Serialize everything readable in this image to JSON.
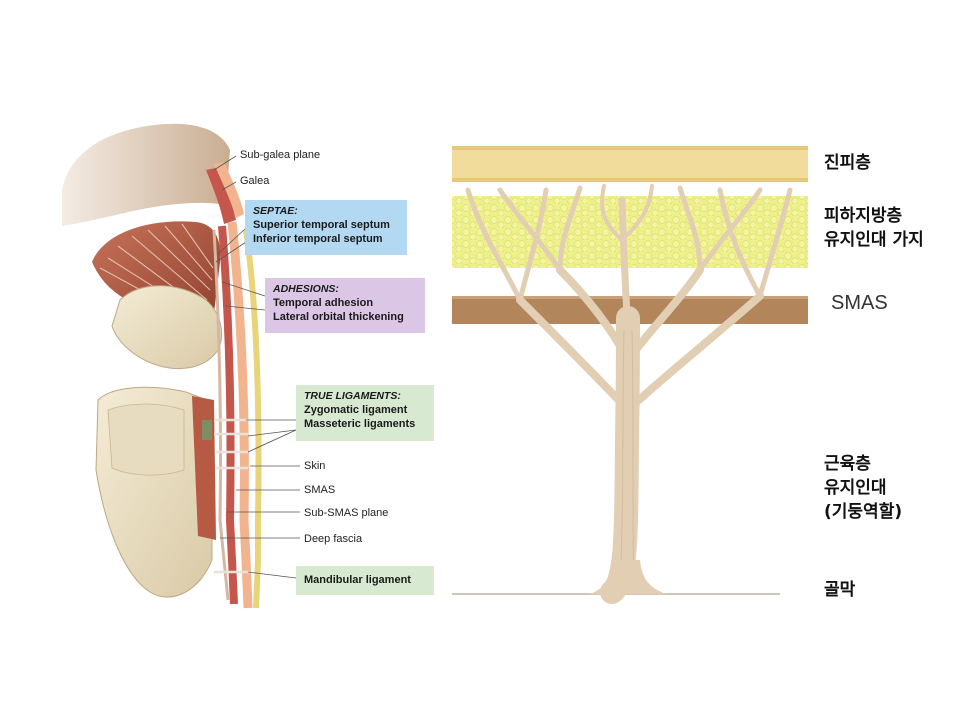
{
  "anatomy": {
    "labels": {
      "sub_galea_plane": "Sub-galea plane",
      "galea": "Galea",
      "skin": "Skin",
      "smas": "SMAS",
      "sub_smas_plane": "Sub-SMAS plane",
      "deep_fascia": "Deep fascia"
    },
    "septae": {
      "title": "SEPTAE:",
      "items": [
        "Superior temporal septum",
        "Inferior temporal septum"
      ],
      "color": "#b3d8f1"
    },
    "adhesions": {
      "title": "ADHESIONS:",
      "items": [
        "Temporal adhesion",
        "Lateral orbital thickening"
      ],
      "color": "#dcc6e6"
    },
    "true_ligaments": {
      "title": "TRUE LIGAMENTS:",
      "items": [
        "Zygomatic ligament",
        "Masseteric ligaments"
      ],
      "color": "#d8e9d1"
    },
    "mandibular_ligament": {
      "label": "Mandibular ligament",
      "color": "#d8e9d1"
    }
  },
  "tree_diagram": {
    "layers": {
      "dermis": "진피층",
      "subcutaneous_fat_line1": "피하지방층",
      "subcutaneous_fat_line2": "유지인대 가지",
      "smas": "SMAS",
      "muscle_line1": "근육층",
      "muscle_line2": "유지인대",
      "muscle_line3": "(기둥역할)",
      "periosteum": "골막"
    },
    "colors": {
      "dermis": "#f2dc9b",
      "fat": "#eef08a",
      "smas_band": "#b2865a",
      "trunk": "#eadbc4"
    }
  }
}
